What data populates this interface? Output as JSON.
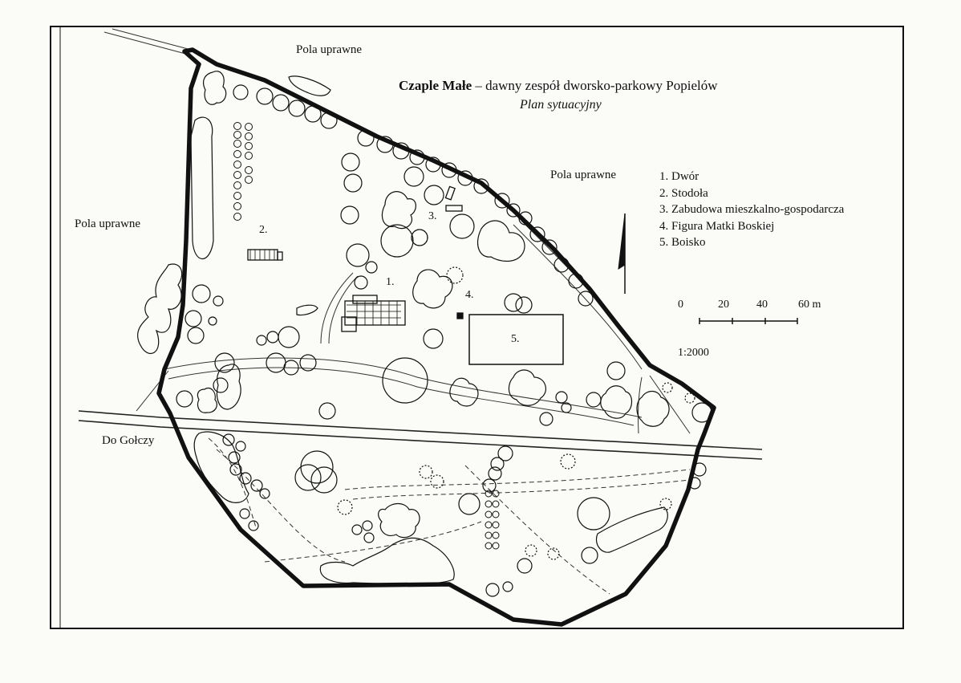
{
  "title": {
    "bold": "Czaple Małe",
    "rest": " – dawny zespół dworsko-parkowy Popielów"
  },
  "subtitle": "Plan sytuacyjny",
  "field_labels": {
    "top": "Pola uprawne",
    "left": "Pola uprawne",
    "right": "Pola uprawne"
  },
  "road_label": "Do Gołczy",
  "legend": [
    "1. Dwór",
    "2. Stodoła",
    "3. Zabudowa mieszkalno-gospodarcza",
    "4. Figura Matki Boskiej",
    "5. Boisko"
  ],
  "map_numbers": [
    "1.",
    "2.",
    "3.",
    "4.",
    "5."
  ],
  "scale": {
    "ticks": [
      "0",
      "20",
      "40",
      "60 m"
    ],
    "ratio": "1:2000"
  },
  "colors": {
    "ink": "#111111",
    "paper": "#fbfbf8"
  },
  "icons": [
    "north-arrow-icon",
    "scale-bar-icon"
  ]
}
